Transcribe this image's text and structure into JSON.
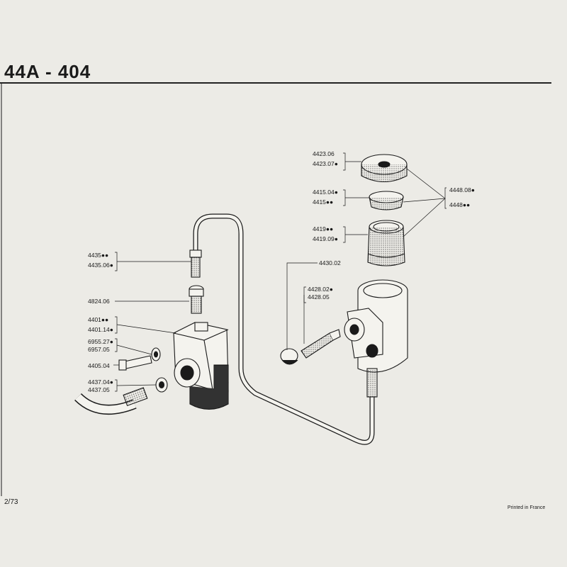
{
  "header": {
    "title": "44A - 404"
  },
  "labels": {
    "l4423_06": "4423.06",
    "l4423_07": "4423.07●",
    "l4415_04": "4415.04●",
    "l4415": "4415●●",
    "l4419": "4419●●",
    "l4419_09": "4419.09●",
    "l4448_08": "4448.08●",
    "l4448": "4448●●",
    "l4430_02": "4430.02",
    "l4428_02": "4428.02●",
    "l4428_05": "4428.05",
    "l4435": "4435●●",
    "l4435_06": "4435.06●",
    "l4824_06": "4824.06",
    "l4401": "4401●●",
    "l4401_14": "4401.14●",
    "l6955_27": "6955.27●",
    "l6957_05": "6957.05",
    "l4405_04": "4405.04",
    "l4437_04": "4437.04●",
    "l4437_05": "4437.05"
  },
  "footer": {
    "page": "2/73",
    "printed": "Printed in France"
  },
  "colors": {
    "paper": "#ecebe6",
    "ink": "#1a1a1a"
  }
}
